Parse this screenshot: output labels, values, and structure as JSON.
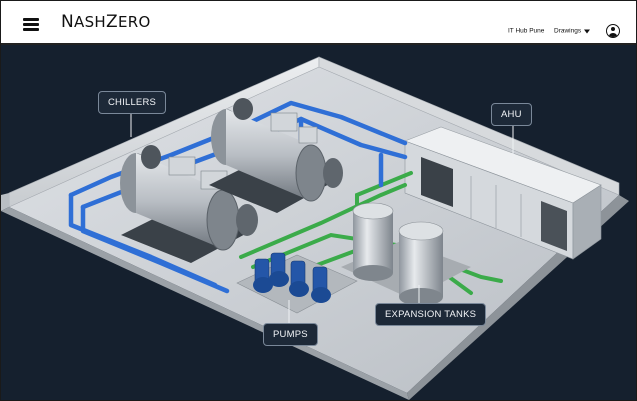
{
  "header": {
    "brand_lead": "N",
    "brand_rest": "ASH",
    "brand_z": "Z",
    "brand_tail": "ERO",
    "site": "IT Hub Pune",
    "drawings": "Drawings"
  },
  "icons": {
    "menu": "hamburger-menu-icon",
    "dropdown": "chevron-down-icon",
    "user": "user-account-icon"
  },
  "labels": {
    "chillers": "CHILLERS",
    "ahu": "AHU",
    "pumps": "PUMPS",
    "expansion_tanks": "EXPANSION TANKS"
  },
  "colors": {
    "background": "#15202e",
    "chilled_water_pipe": "#2f6fd6",
    "condenser_pipe": "#3bab4a",
    "floor": "#cfd2d6"
  }
}
